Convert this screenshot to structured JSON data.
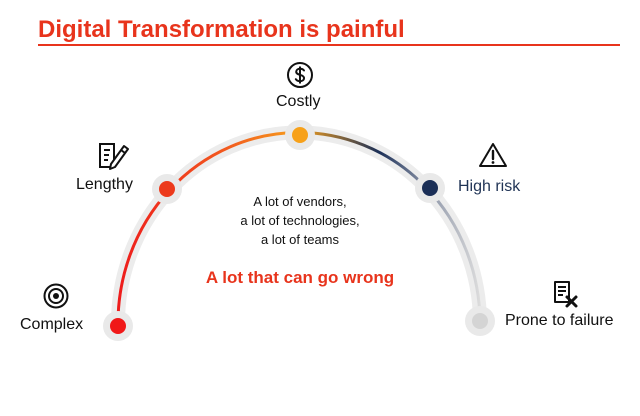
{
  "title": "Digital Transformation is painful",
  "stages": {
    "complex": {
      "label": "Complex",
      "icon": "target-icon",
      "color": "#f01818"
    },
    "lengthy": {
      "label": "Lengthy",
      "icon": "edit-icon",
      "color": "#ec3a1c"
    },
    "costly": {
      "label": "Costly",
      "icon": "dollar-icon",
      "color": "#f7a11a"
    },
    "high_risk": {
      "label": "High risk",
      "icon": "warning-icon",
      "color": "#1b2f57"
    },
    "prone_to_failure": {
      "label": "Prone to failure",
      "icon": "document-x-icon",
      "color": "#d7d7d7"
    }
  },
  "center_lines": [
    "A lot of vendors,",
    "a lot of technologies,",
    "a lot of teams"
  ],
  "tagline": "A lot that can go wrong"
}
